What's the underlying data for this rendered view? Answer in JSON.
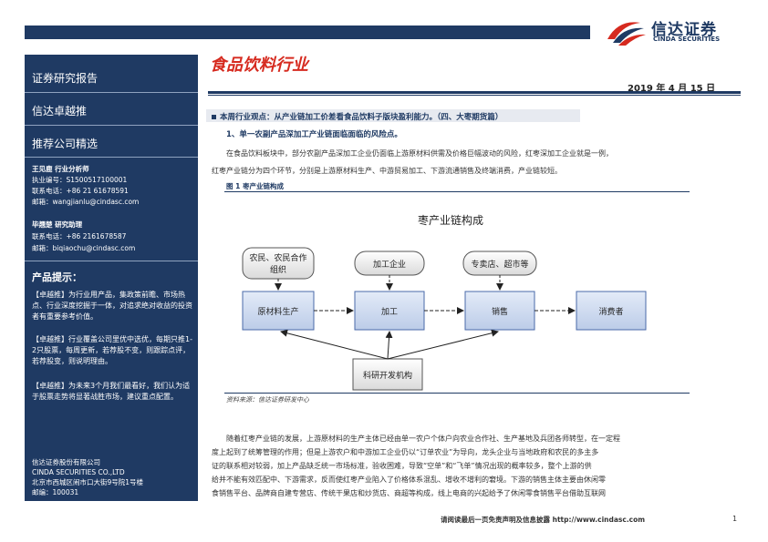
{
  "header": {
    "brand_cn": "信达证券",
    "brand_en": "CINDA SECURITIES"
  },
  "sidebar": {
    "tabs": [
      "证券研究报告",
      "信达卓越推",
      "推荐公司精选"
    ],
    "analyst1": {
      "name_role": "王见鹿   行业分析师",
      "license": "执业编号：S1500517100001",
      "phone": "联系电话：+86 21 61678591",
      "email": "邮箱：wangjianlu@cindasc.com"
    },
    "analyst2": {
      "name_role": "毕翘楚   研究助理",
      "phone": "联系电话：+86 2161678587",
      "email": "邮箱：biqiaochu@cindasc.com"
    },
    "tips_head": "产品提示：",
    "tips": [
      "【卓越推】为行业用产品，集政策前瞻、市场热点、行业深度挖掘于一体，对追求绝对收益的投资者有重要参考价值。",
      "【卓越推】行业覆盖公司里优中选优，每期只推1-2只股票，每周更新，若荐股不变，则跟踪点评，若荐股变，则说明理由。",
      "【卓越推】为未来3个月我们最看好，我们认为适于股票走势将显著战胜市场，建议重点配置。"
    ],
    "company": [
      "信达证券股份有限公司",
      "CINDA SECURITIES CO.,LTD",
      "北京市西城区闹市口大街9号院1号楼",
      "邮编：100031"
    ]
  },
  "report": {
    "title": "食品饮料行业",
    "date": "2019 年 4 月 15 日",
    "viewpoint": "本周行业观点：从产业链加工价差看食品饮料子版块盈利能力。（四、大枣期货篇）",
    "section1": "1、单一农副产品深加工产业链面临面临的风险点。",
    "body1": [
      "在食品饮料板块中，部分农副产品深加工企业仍面临上游原材料供需及价格巨幅波动的风险，红枣深加工企业就是一例，",
      "红枣产业链分为四个环节，分别是上游原材料生产、中游贸易加工、下游流通销售及终端消费，产业链较短。"
    ],
    "figure_label": "图 1 枣产业链构成",
    "figure_source": "资料来源：信达证券研发中心",
    "body2": [
      "随着红枣产业链的发展，上游原材料的生产主体已经由单一农户个体户向农业合作社、生产基地及兵团各师转型，在一定程",
      "度上起到了统筹管理的作用；但是上游农户和中游加工企业仍以“订单农业”为导向，龙头企业与当地政府和农民的多主多",
      "证的联系相对较弱，加上产品缺乏统一市场标准，验收困难，导致“空单”和“飞单”情况出现的概率较多，整个上游的供",
      "给并不能有效匹配中、下游需求，反而使红枣产业陷入了价格体系混乱、增收不增利的窘境。下游的销售主体主要由休闲零",
      "食销售平台、品牌商自建专营店、传统干果店和炒货店、商超等构成，线上电商的兴起给予了休闲零食销售平台借助互联网"
    ]
  },
  "diagram": {
    "title": "枣产业链构成",
    "top_nodes": [
      "农民、农民合作组织",
      "加工企业",
      "专卖店、超市等"
    ],
    "chain_nodes": [
      "原材料生产",
      "加工",
      "销售",
      "消费者"
    ],
    "rd_node": "科研开发机构"
  },
  "footer": {
    "disclaimer": "请阅读最后一页免责声明及信息披露 http://www.cindasc.com",
    "page": "1"
  }
}
